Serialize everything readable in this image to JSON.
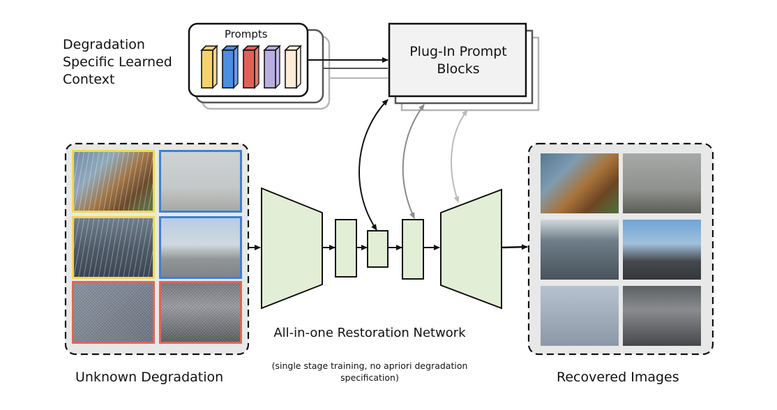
{
  "context_label": "Degradation Specific Learned Context",
  "prompts_title": "Prompts",
  "plugin_label": "Plug-In Prompt Blocks",
  "network_title": "All-in-one Restoration Network",
  "network_subtitle": "(single stage training, no apriori degradation specification)",
  "unknown_label": "Unknown Degradation",
  "recovered_label": "Recovered Images",
  "colors": {
    "prompt_yellow": "#f5d36a",
    "prompt_blue": "#4a8fe0",
    "prompt_red": "#e06058",
    "prompt_purple": "#b9aee0",
    "prompt_cream": "#fcecd8",
    "network_fill": "#e2efd6",
    "border_yellow": "#f2d94a",
    "border_blue": "#3f7fd8",
    "border_red": "#e0645a",
    "panel_gray": "#e8e8e8"
  },
  "input_images": [
    {
      "name": "rainy-dog",
      "degradation": "rain"
    },
    {
      "name": "hazy-cyclist",
      "degradation": "haze"
    },
    {
      "name": "rainy-seal",
      "degradation": "rain"
    },
    {
      "name": "hazy-street",
      "degradation": "haze"
    },
    {
      "name": "noisy-airplane",
      "degradation": "noise"
    },
    {
      "name": "noisy-racecar",
      "degradation": "noise"
    }
  ],
  "output_images": [
    {
      "name": "clean-dog"
    },
    {
      "name": "clean-cyclist"
    },
    {
      "name": "clean-seal"
    },
    {
      "name": "clean-street"
    },
    {
      "name": "clean-airplane"
    },
    {
      "name": "clean-racecar"
    }
  ]
}
